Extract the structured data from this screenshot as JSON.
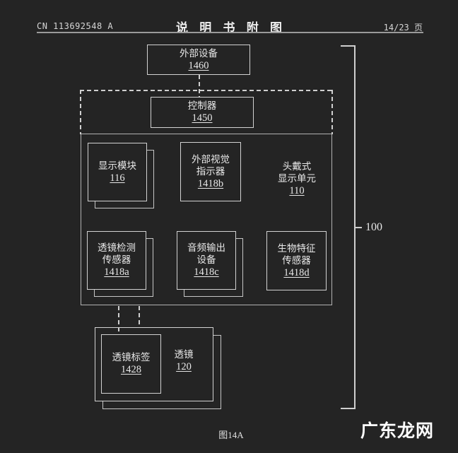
{
  "header": {
    "doc_number": "CN 113692548 A",
    "title": "说 明 书 附 图",
    "page": "14/23 页"
  },
  "figure": {
    "caption": "图14A",
    "bracket_label": "100"
  },
  "watermark": "广东龙网",
  "blocks": {
    "external_device": {
      "lines": [
        "外部设备"
      ],
      "ref": "1460"
    },
    "controller": {
      "lines": [
        "控制器"
      ],
      "ref": "1450"
    },
    "display_module": {
      "lines": [
        "显示模块"
      ],
      "ref": "116"
    },
    "external_visual_indicator": {
      "lines": [
        "外部视觉",
        "指示器"
      ],
      "ref": "1418b"
    },
    "head_mounted_display_unit": {
      "lines": [
        "头戴式",
        "显示单元"
      ],
      "ref": "110"
    },
    "lens_detection_sensor": {
      "lines": [
        "透镜检测",
        "传感器"
      ],
      "ref": "1418a"
    },
    "audio_output_device": {
      "lines": [
        "音频输出",
        "设备"
      ],
      "ref": "1418c"
    },
    "biometric_sensor": {
      "lines": [
        "生物特征",
        "传感器"
      ],
      "ref": "1418d"
    },
    "lens_tag": {
      "lines": [
        "透镜标签"
      ],
      "ref": "1428"
    },
    "lens": {
      "lines": [
        "透镜"
      ],
      "ref": "120"
    }
  },
  "colors": {
    "background": "#242424",
    "line": "#cfcfcf",
    "text": "#e8e8e8",
    "watermark": "#ffffff"
  }
}
